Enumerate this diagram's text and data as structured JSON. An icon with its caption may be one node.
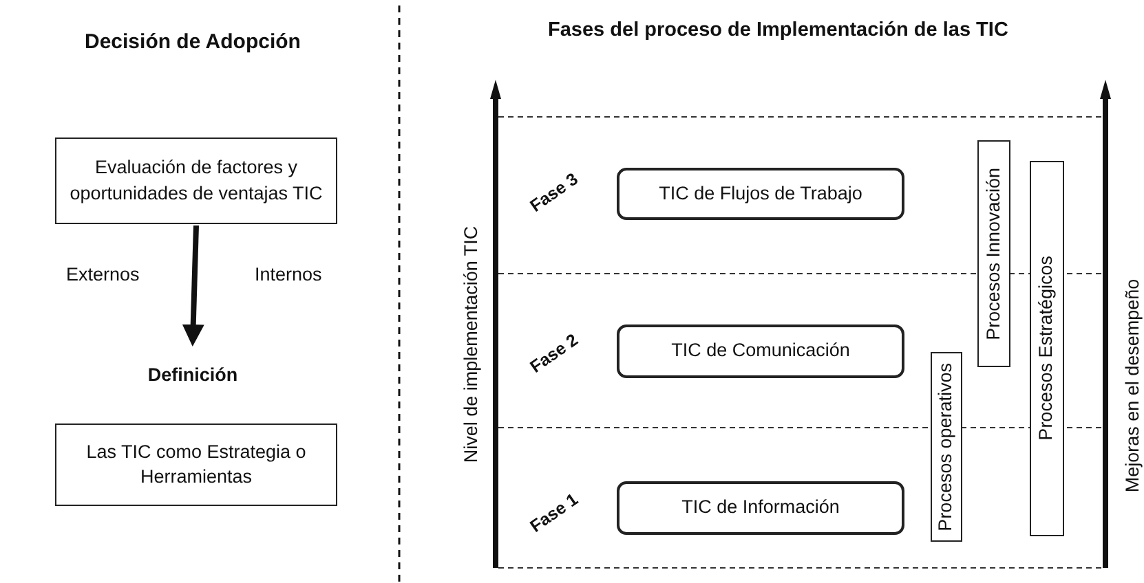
{
  "diagram": {
    "nodes": [
      {
        "text": [
          "Evaluación de factores y oportunidades de ventajas TIC"
        ]
      },
      {
        "text": [
          "Definición"
        ]
      },
      {
        "text": [
          "Las TIC como Estrategia o Herramientas"
        ]
      },
      {
        "text": [
          "TIC de Flujos de Trabajo"
        ]
      },
      {
        "text": [
          "TIC de Comunicación"
        ]
      },
      {
        "text": [
          "TIC de Información"
        ]
      },
      {
        "text": [
          "Procesos Innovación"
        ]
      },
      {
        "text": [
          "Procesos operativos"
        ]
      },
      {
        "text": [
          "Procesos Estratégicos"
        ]
      }
    ],
    "edges": [
      {
        "from": 0,
        "to": 1,
        "arrow": "to"
      }
    ],
    "labels": [
      "Decisión de Adopción",
      "Fases del proceso de Implementación de las TIC",
      "Fase 3",
      "Externos",
      "Internos",
      "Nivel de implementación TIC",
      "Mejoras en el desempeño",
      "Fase 2",
      "Fase 1"
    ]
  }
}
